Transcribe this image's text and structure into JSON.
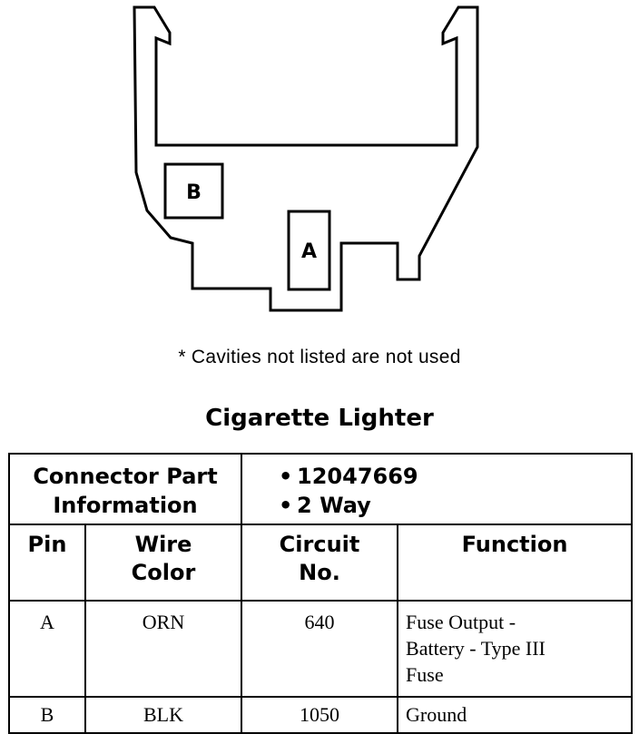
{
  "connector": {
    "cavity_labels": [
      "B",
      "A"
    ]
  },
  "note": "* Cavities not listed are not used",
  "title": "Cigarette Lighter",
  "info": {
    "label_line1": "Connector Part",
    "label_line2": "Information",
    "bullet": "•",
    "part_number": "12047669",
    "ways": "2 Way"
  },
  "columns": {
    "pin": "Pin",
    "wire_color_line1": "Wire",
    "wire_color_line2": "Color",
    "circuit_line1": "Circuit",
    "circuit_line2": "No.",
    "function": "Function"
  },
  "rows": [
    {
      "pin": "A",
      "wire_color": "ORN",
      "circuit": "640",
      "function_lines": [
        "Fuse Output -",
        "Battery - Type III",
        "Fuse"
      ]
    },
    {
      "pin": "B",
      "wire_color": "BLK",
      "circuit": "1050",
      "function_lines": [
        "Ground"
      ]
    }
  ]
}
